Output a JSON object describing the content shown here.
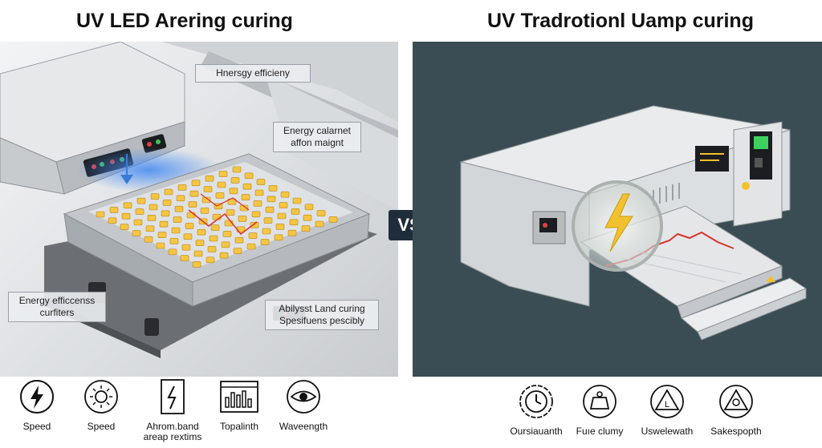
{
  "left": {
    "title": "UV LED Arering curing",
    "callouts": {
      "top": "Hnersgy efficieny",
      "middle_line1": "Energy calarnet",
      "middle_line2": "affon maignt",
      "bottom_left_line1": "Energy efficcenss",
      "bottom_left_line2": "curfiters",
      "bottom_right_line1": "Abilysst Land curing",
      "bottom_right_line2": "Spesifuens pescibly"
    },
    "icons": [
      {
        "icon": "lightning-bolt-icon",
        "label": "Speed",
        "label2": ""
      },
      {
        "icon": "sun-icon",
        "label": "Speed",
        "label2": ""
      },
      {
        "icon": "lightning-tag-icon",
        "label": "Ahrom.band",
        "label2": "areap rextims"
      },
      {
        "icon": "bar-chart-window-icon",
        "label": "Topalinth",
        "label2": ""
      },
      {
        "icon": "eye-icon",
        "label": "Waveength",
        "label2": ""
      }
    ]
  },
  "right": {
    "title": "UV Tradrotionl Uamp curing",
    "icons": [
      {
        "icon": "clock-gear-icon",
        "label": "Oursiauanth"
      },
      {
        "icon": "weight-icon",
        "label": "Fuıe clumy"
      },
      {
        "icon": "triangle-warning-icon",
        "label": "Uswelewath"
      },
      {
        "icon": "hazard-triangle-icon",
        "label": "Sakespopth"
      }
    ]
  },
  "divider": {
    "label": "VS"
  },
  "colors": {
    "right_background": "#3a4d54",
    "led_glow": "#f5c542",
    "uv_blue": "#3a7bd5",
    "bolt_yellow": "#f2c12e",
    "chart_red": "#d9322b"
  }
}
